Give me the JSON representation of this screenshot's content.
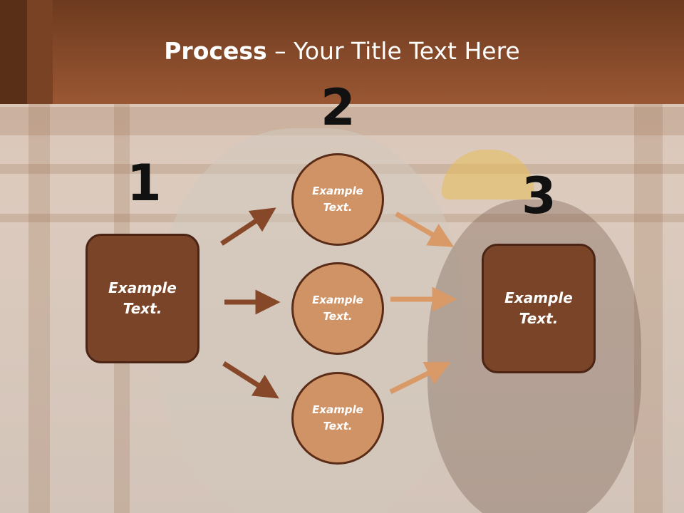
{
  "title": {
    "bold": "Process",
    "rest": " – Your Title Text Here"
  },
  "numbers": {
    "one": "1",
    "two": "2",
    "three": "3"
  },
  "boxes": {
    "left": "Example\nText.",
    "right": "Example\nText."
  },
  "circles": {
    "top": "Example\nText.",
    "middle": "Example\nText.",
    "bottom": "Example\nText."
  },
  "colors": {
    "header": "#9a5733",
    "box": "#7a4428",
    "circle": "#cf9366",
    "arrow_dark": "#87482a",
    "arrow_light": "#d99a68"
  }
}
